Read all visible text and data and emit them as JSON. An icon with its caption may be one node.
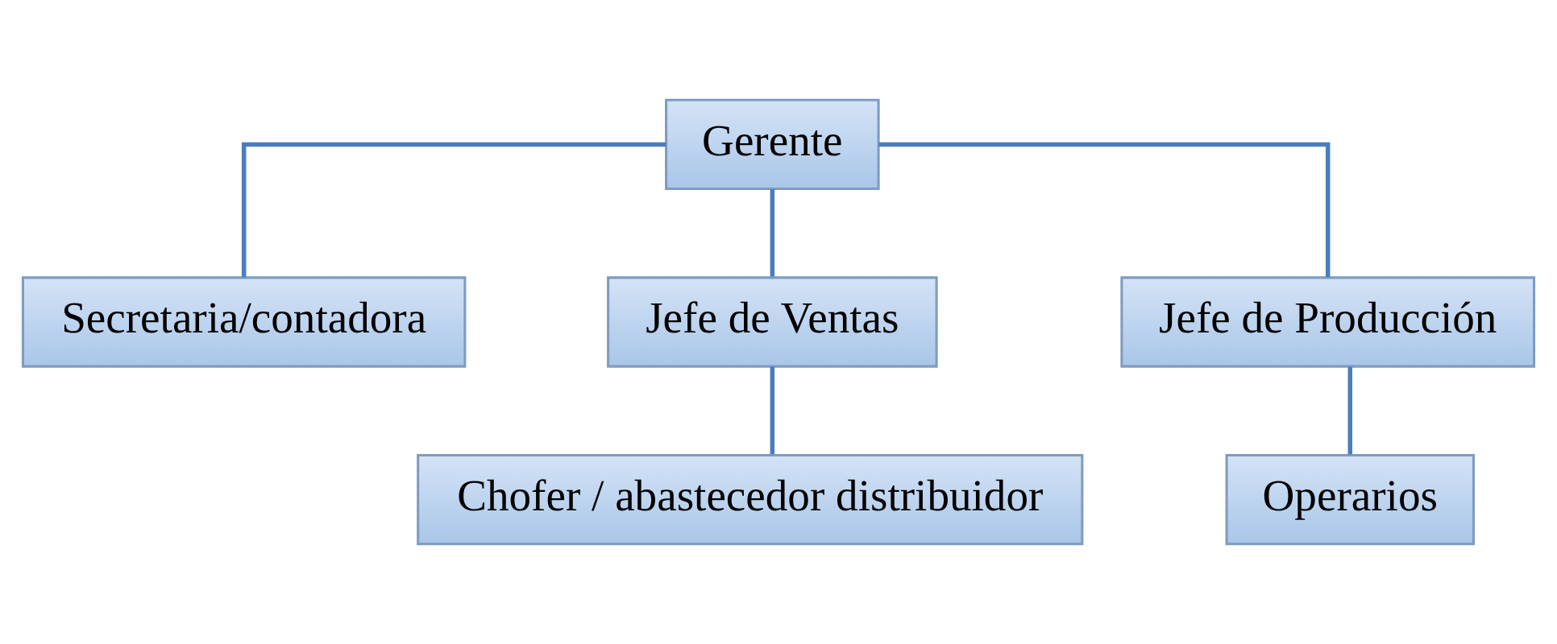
{
  "diagram": {
    "nodes": [
      {
        "text": [
          "Gerente"
        ]
      },
      {
        "text": [
          "Secretaria/contadora"
        ]
      },
      {
        "text": [
          "Jefe de Ventas"
        ]
      },
      {
        "text": [
          "Jefe de Producción"
        ]
      },
      {
        "text": [
          "Chofer / abastecedor distribuidor"
        ]
      },
      {
        "text": [
          "Operarios"
        ]
      }
    ],
    "edges": [
      {
        "from": 0,
        "to": 1,
        "arrow": "none"
      },
      {
        "from": 0,
        "to": 2,
        "arrow": "none"
      },
      {
        "from": 0,
        "to": 3,
        "arrow": "none"
      },
      {
        "from": 2,
        "to": 4,
        "arrow": "none"
      },
      {
        "from": 3,
        "to": 5,
        "arrow": "none"
      }
    ]
  }
}
